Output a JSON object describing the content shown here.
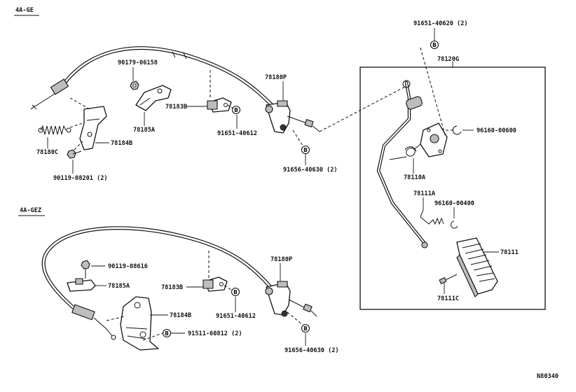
{
  "sections": {
    "top": "4A-GE",
    "bottom": "4A-GEZ"
  },
  "assembly": {
    "pedal_group": "78120G"
  },
  "labels": {
    "p90179_06158": "90179-06158",
    "p78183b_top": "78183B",
    "p78185a_top": "78185A",
    "p91651_40612_top": "91651-40612",
    "p78180p_top": "78180P",
    "p78180c": "78180C",
    "p78184b_top": "78184B",
    "p90119_08201": "90119-08201 (2)",
    "p91656_40630_top": "91656-40630 (2)",
    "p91651_40620": "91651-40620 (2)",
    "p96160_00600": "96160-00600",
    "p78110a": "78110A",
    "p78111a": "78111A",
    "p96160_00400": "96160-00400",
    "p78111": "78111",
    "p78111c": "78111C",
    "p90119_08616": "90119-08616",
    "p78185a_bot": "78185A",
    "p78183b_bot": "78183B",
    "p78180p_bot": "78180P",
    "p91651_40612_bot": "91651-40612",
    "p78184b_bot": "78184B",
    "p91511_60812": "91511-60812 (2)",
    "p91656_40630_bot": "91656-40630 (2)"
  },
  "marker": {
    "letter": "B"
  },
  "footer": {
    "code": "N80340"
  }
}
